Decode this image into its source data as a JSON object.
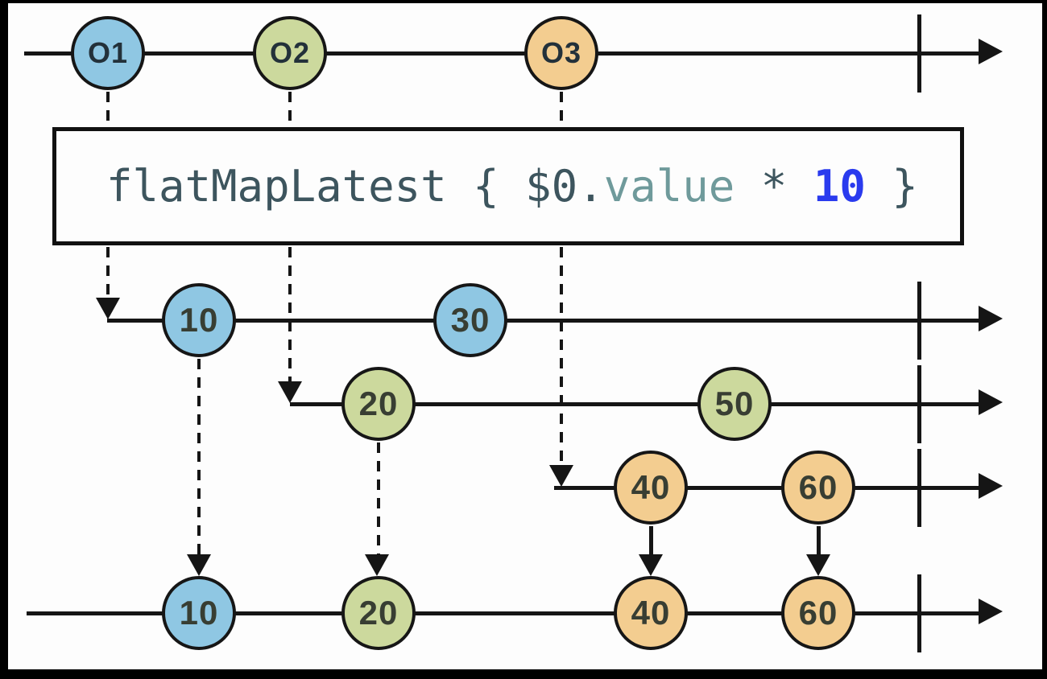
{
  "diagram": {
    "type": "marble-diagram",
    "operator_box": {
      "code_segments": [
        {
          "text": "flatMapLatest { ",
          "role": "default"
        },
        {
          "text": "$0.",
          "role": "default"
        },
        {
          "text": "value",
          "role": "property"
        },
        {
          "text": " * ",
          "role": "default"
        },
        {
          "text": "10",
          "role": "number"
        },
        {
          "text": " }",
          "role": "default"
        }
      ]
    },
    "source_stream": {
      "events": [
        {
          "label": "O1",
          "color": "blue"
        },
        {
          "label": "O2",
          "color": "green"
        },
        {
          "label": "O3",
          "color": "orange"
        }
      ]
    },
    "inner_streams": [
      {
        "color": "blue",
        "events": [
          {
            "label": "10"
          },
          {
            "label": "30"
          }
        ]
      },
      {
        "color": "green",
        "events": [
          {
            "label": "20"
          },
          {
            "label": "50"
          }
        ]
      },
      {
        "color": "orange",
        "events": [
          {
            "label": "40"
          },
          {
            "label": "60"
          }
        ]
      }
    ],
    "output_stream": {
      "events": [
        {
          "label": "10",
          "color": "blue"
        },
        {
          "label": "20",
          "color": "green"
        },
        {
          "label": "40",
          "color": "orange"
        },
        {
          "label": "60",
          "color": "orange"
        }
      ]
    },
    "colors": {
      "marble_blue": "#8fc7e3",
      "marble_green": "#ccd99d",
      "marble_orange": "#f3cd90",
      "stroke": "#151515",
      "code_default": "#3d555e",
      "code_property": "#6f9a9b",
      "code_number": "#2a3bee",
      "background": "#fdfdfd",
      "frame": "#000000"
    }
  }
}
